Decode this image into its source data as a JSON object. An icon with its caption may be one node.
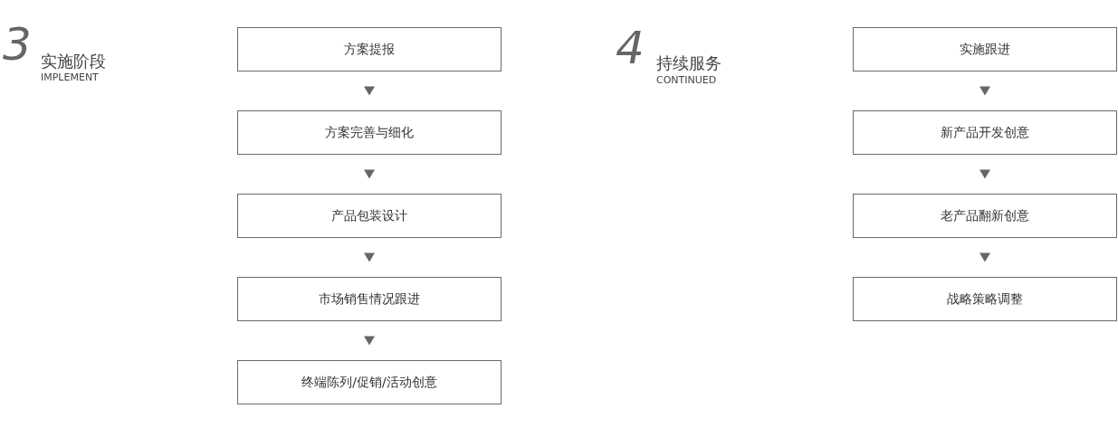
{
  "diagram": {
    "nodes": [
      {
        "text": [
          "方案提报"
        ]
      },
      {
        "text": [
          "方案完善与细化"
        ]
      },
      {
        "text": [
          "产品包装设计"
        ]
      },
      {
        "text": [
          "市场销售情况跟进"
        ]
      },
      {
        "text": [
          "终端陈列/促销/活动创意"
        ]
      },
      {
        "text": [
          "实施跟进"
        ]
      },
      {
        "text": [
          "新产品开发创意"
        ]
      },
      {
        "text": [
          "老产品翻新创意"
        ]
      },
      {
        "text": [
          "战略策略调整"
        ]
      }
    ],
    "edges": [
      {
        "from": 0,
        "to": 1,
        "arrow": "to"
      },
      {
        "from": 1,
        "to": 2,
        "arrow": "to"
      },
      {
        "from": 2,
        "to": 3,
        "arrow": "to"
      },
      {
        "from": 3,
        "to": 4,
        "arrow": "to"
      },
      {
        "from": 5,
        "to": 6,
        "arrow": "to"
      },
      {
        "from": 6,
        "to": 7,
        "arrow": "to"
      },
      {
        "from": 7,
        "to": 8,
        "arrow": "to"
      }
    ],
    "labels": [
      "3",
      "实施阶段",
      "IMPLEMENT",
      "4",
      "持续服务",
      "CONTINUED"
    ]
  }
}
